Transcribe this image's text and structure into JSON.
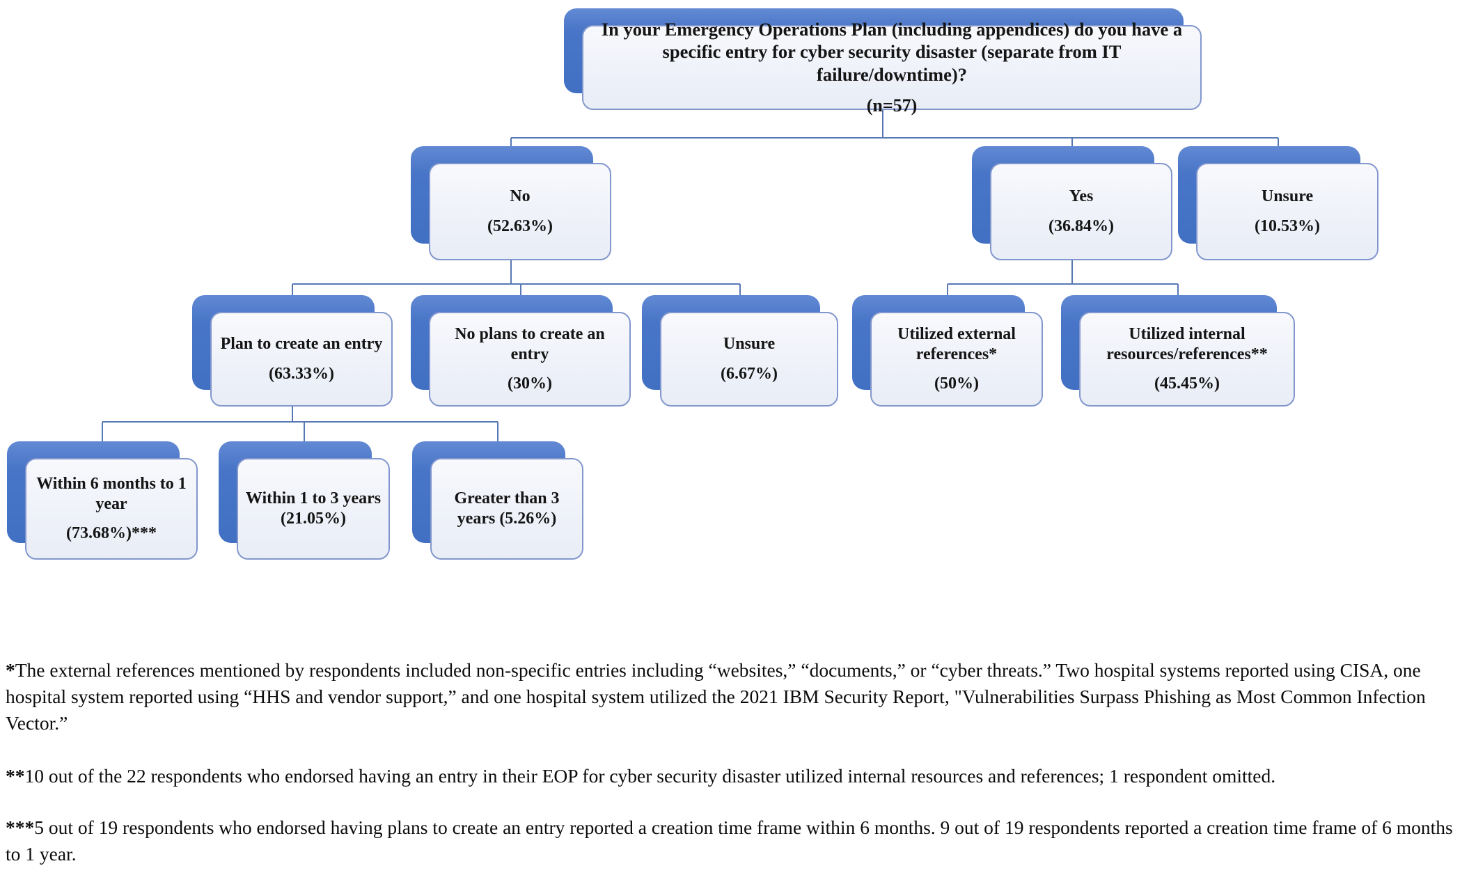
{
  "diagram": {
    "nodes": {
      "question": {
        "line1": "In your Emergency Operations Plan (including appendices) do you have a specific entry for cyber security disaster (separate from IT failure/downtime)?",
        "line2": "(n=57)"
      },
      "no": {
        "line1": "No",
        "line2": "(52.63%)"
      },
      "yes": {
        "line1": "Yes",
        "line2": "(36.84%)"
      },
      "unsure": {
        "line1": "Unsure",
        "line2": "(10.53%)"
      },
      "plan": {
        "line1": "Plan to create an entry",
        "line2": "(63.33%)"
      },
      "no_plans": {
        "line1": "No plans to create an entry",
        "line2": "(30%)"
      },
      "unsure_sub": {
        "line1": "Unsure",
        "line2": "(6.67%)"
      },
      "external": {
        "line1": "Utilized external references*",
        "line2": "(50%)"
      },
      "internal": {
        "line1": "Utilized internal resources/references**",
        "line2": "(45.45%)"
      },
      "six_months": {
        "line1": "Within 6 months to 1 year",
        "line2": "(73.68%)***"
      },
      "one_to_three": {
        "line1": "Within 1 to 3 years (21.05%)",
        "line2": ""
      },
      "three_plus": {
        "line1": "Greater than 3 years (5.26%)",
        "line2": ""
      }
    },
    "colors": {
      "shadow_box": "#4472c4",
      "card_fill": "#eef1f9",
      "card_border": "#8297cd",
      "connector": "#5878b5"
    }
  },
  "footnotes": [
    {
      "marker": "*",
      "text": "The external references mentioned by respondents included non-specific entries including “websites,” “documents,” or “cyber threats.” Two hospital systems reported using CISA, one hospital system reported using “HHS and vendor support,” and one hospital system utilized the 2021 IBM Security Report, \"Vulnerabilities Surpass Phishing as Most Common Infection Vector.”"
    },
    {
      "marker": "**",
      "text": "10 out of the 22 respondents who endorsed having an entry in their EOP for cyber security disaster utilized internal resources and references; 1 respondent omitted."
    },
    {
      "marker": "***",
      "text": "5 out of 19 respondents who endorsed having plans to create an entry reported a creation time frame within 6 months. 9 out of 19 respondents reported a creation time frame of 6 months to 1 year."
    }
  ]
}
